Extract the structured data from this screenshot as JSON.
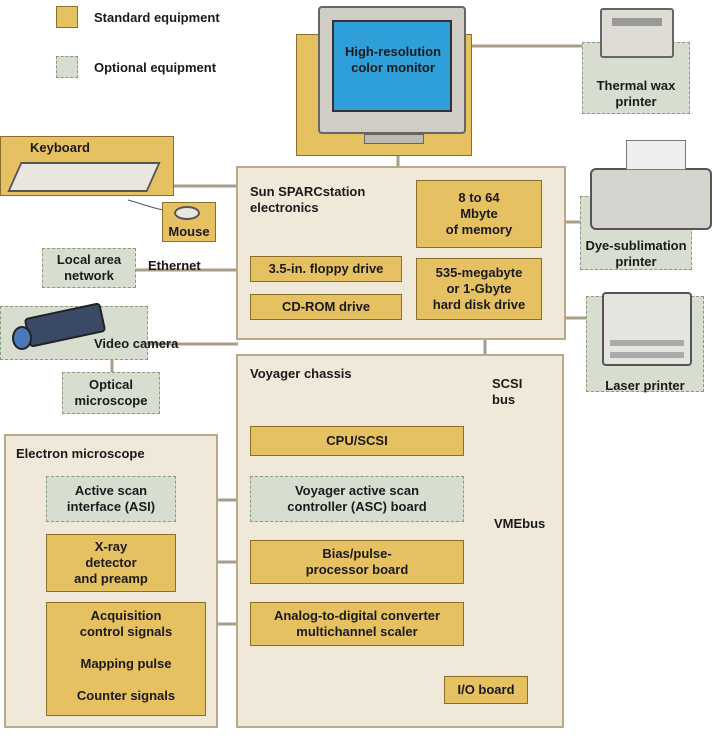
{
  "legend": {
    "standard": "Standard equipment",
    "optional": "Optional equipment"
  },
  "monitor": {
    "label": "High-resolution\ncolor monitor"
  },
  "thermal_printer": {
    "label": "Thermal wax\nprinter"
  },
  "keyboard": {
    "label": "Keyboard"
  },
  "mouse": {
    "label": "Mouse"
  },
  "sun": {
    "title": "Sun SPARCstation\nelectronics",
    "memory": "8 to 64\nMbyte\nof memory",
    "floppy": "3.5-in. floppy drive",
    "hard_disk": "535-megabyte\nor 1-Gbyte\nhard disk drive",
    "cdrom": "CD-ROM drive"
  },
  "dye_printer": {
    "label": "Dye-sublimation\nprinter"
  },
  "lan": {
    "label": "Local area\nnetwork",
    "ethernet": "Ethernet"
  },
  "video_camera": {
    "label": "Video camera"
  },
  "optical_microscope": {
    "label": "Optical\nmicroscope"
  },
  "laser_printer": {
    "label": "Laser printer"
  },
  "voyager": {
    "title": "Voyager chassis",
    "scsi_bus": "SCSI\nbus",
    "vme_bus": "VMEbus",
    "cpu": "CPU/SCSI",
    "asc": "Voyager active scan\ncontroller (ASC) board",
    "bias": "Bias/pulse-\nprocessor board",
    "adc": "Analog-to-digital converter\nmultichannel scaler",
    "io": "I/O board"
  },
  "electron": {
    "title": "Electron microscope",
    "asi": "Active scan\ninterface (ASI)",
    "xray": "X-ray\ndetector\nand preamp",
    "acq": "Acquisition\ncontrol signals",
    "mapping": "Mapping pulse",
    "counter": "Counter signals"
  },
  "colors": {
    "standard": "#e6c162",
    "optional": "#d7ded0",
    "panel": "#f0e9d9",
    "connector": "#a89e88"
  }
}
